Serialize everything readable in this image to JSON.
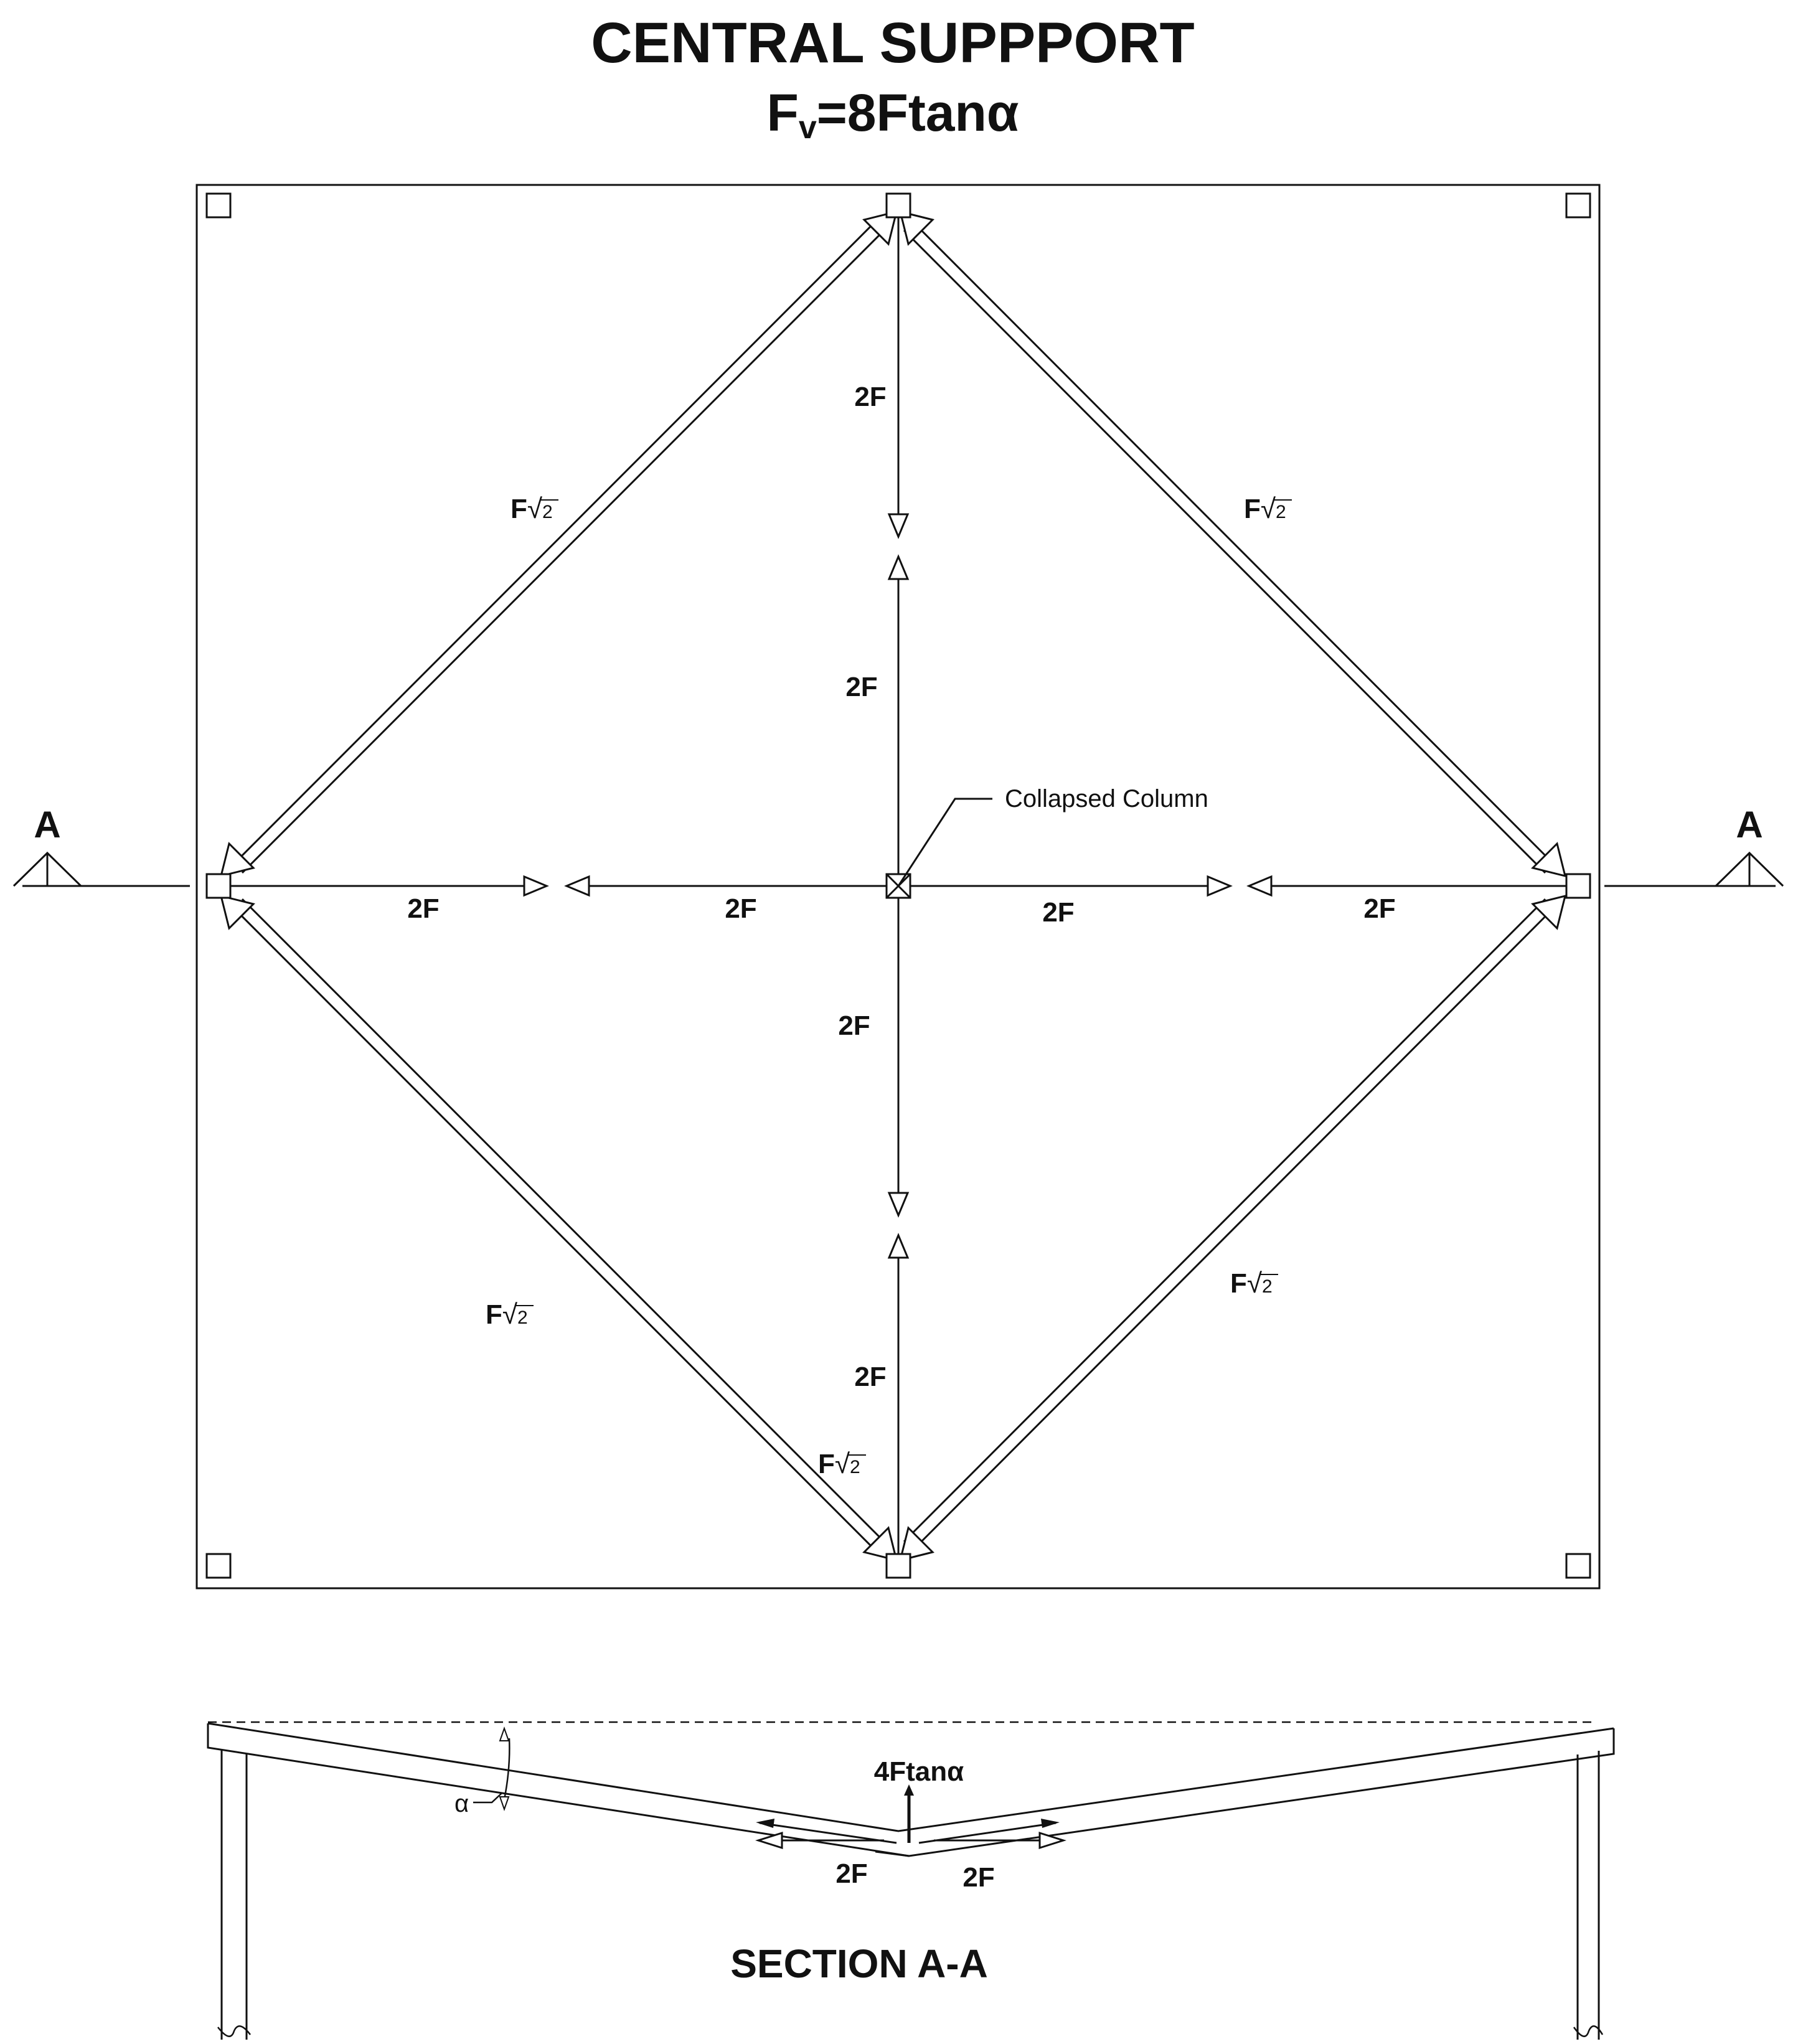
{
  "title_line1": "CENTRAL SUPPPORT",
  "title_line2": {
    "base": "F",
    "subscript": "v",
    "rest": "=8Ftanα"
  },
  "section_marker": "A",
  "collapsed_column_label": "Collapsed Column",
  "member_force_labels": {
    "two_f": "2F",
    "diagonal_prefix": "F",
    "diagonal_root": "√",
    "diagonal_radicand": "2"
  },
  "section_view": {
    "title": "SECTION A-A",
    "vertical_force": "4Ftanα",
    "angle_symbol": "α",
    "force_left": "2F",
    "force_right": "2F"
  }
}
